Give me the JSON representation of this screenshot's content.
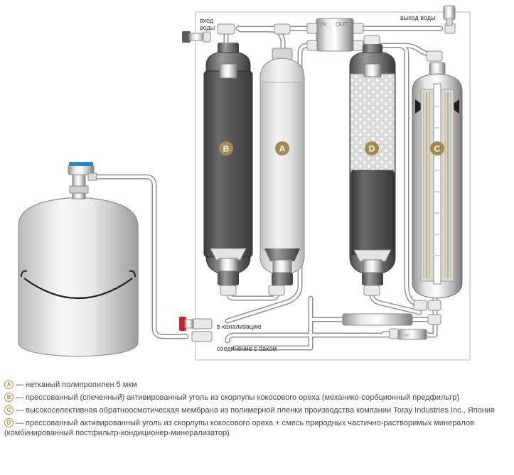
{
  "labels": {
    "water_in": "вход\nводы",
    "water_out": "выход воды",
    "in": "IN",
    "out": "OUT",
    "drain": "в канализацию",
    "tank": "соединение с баком"
  },
  "filters": [
    {
      "id": "B",
      "letter": "B",
      "media": "carbon-block"
    },
    {
      "id": "A",
      "letter": "A",
      "media": "polypropylene"
    },
    {
      "id": "D",
      "letter": "D",
      "media": "granules-carbon"
    },
    {
      "id": "C",
      "letter": "C",
      "media": "membrane"
    }
  ],
  "colors": {
    "badge": "#a58a4f",
    "legend_mark": "#b58b3c",
    "valve_red": "#c0272d",
    "tap_blue": "#2a86c9",
    "carbon": "#505050"
  },
  "legend": [
    {
      "mark": "A",
      "text": "— нетканый полипропилен 5 мкм"
    },
    {
      "mark": "B",
      "text": "— прессованный (спеченный) активированный уголь из скорлупы кокосового ореха (механико-сорбционный предфильтр)"
    },
    {
      "mark": "C",
      "text": "— высокоселективная обратноосмотическая мембрана из полимерной пленки производства компании Toray Industries Inc., Япония"
    },
    {
      "mark": "D",
      "text": "— прессованный активированный уголь из скорлупы кокосового ореха + смесь природных частично-растворимых минералов (комбинированный постфильтр-кондиционер-минерализатор)"
    }
  ]
}
